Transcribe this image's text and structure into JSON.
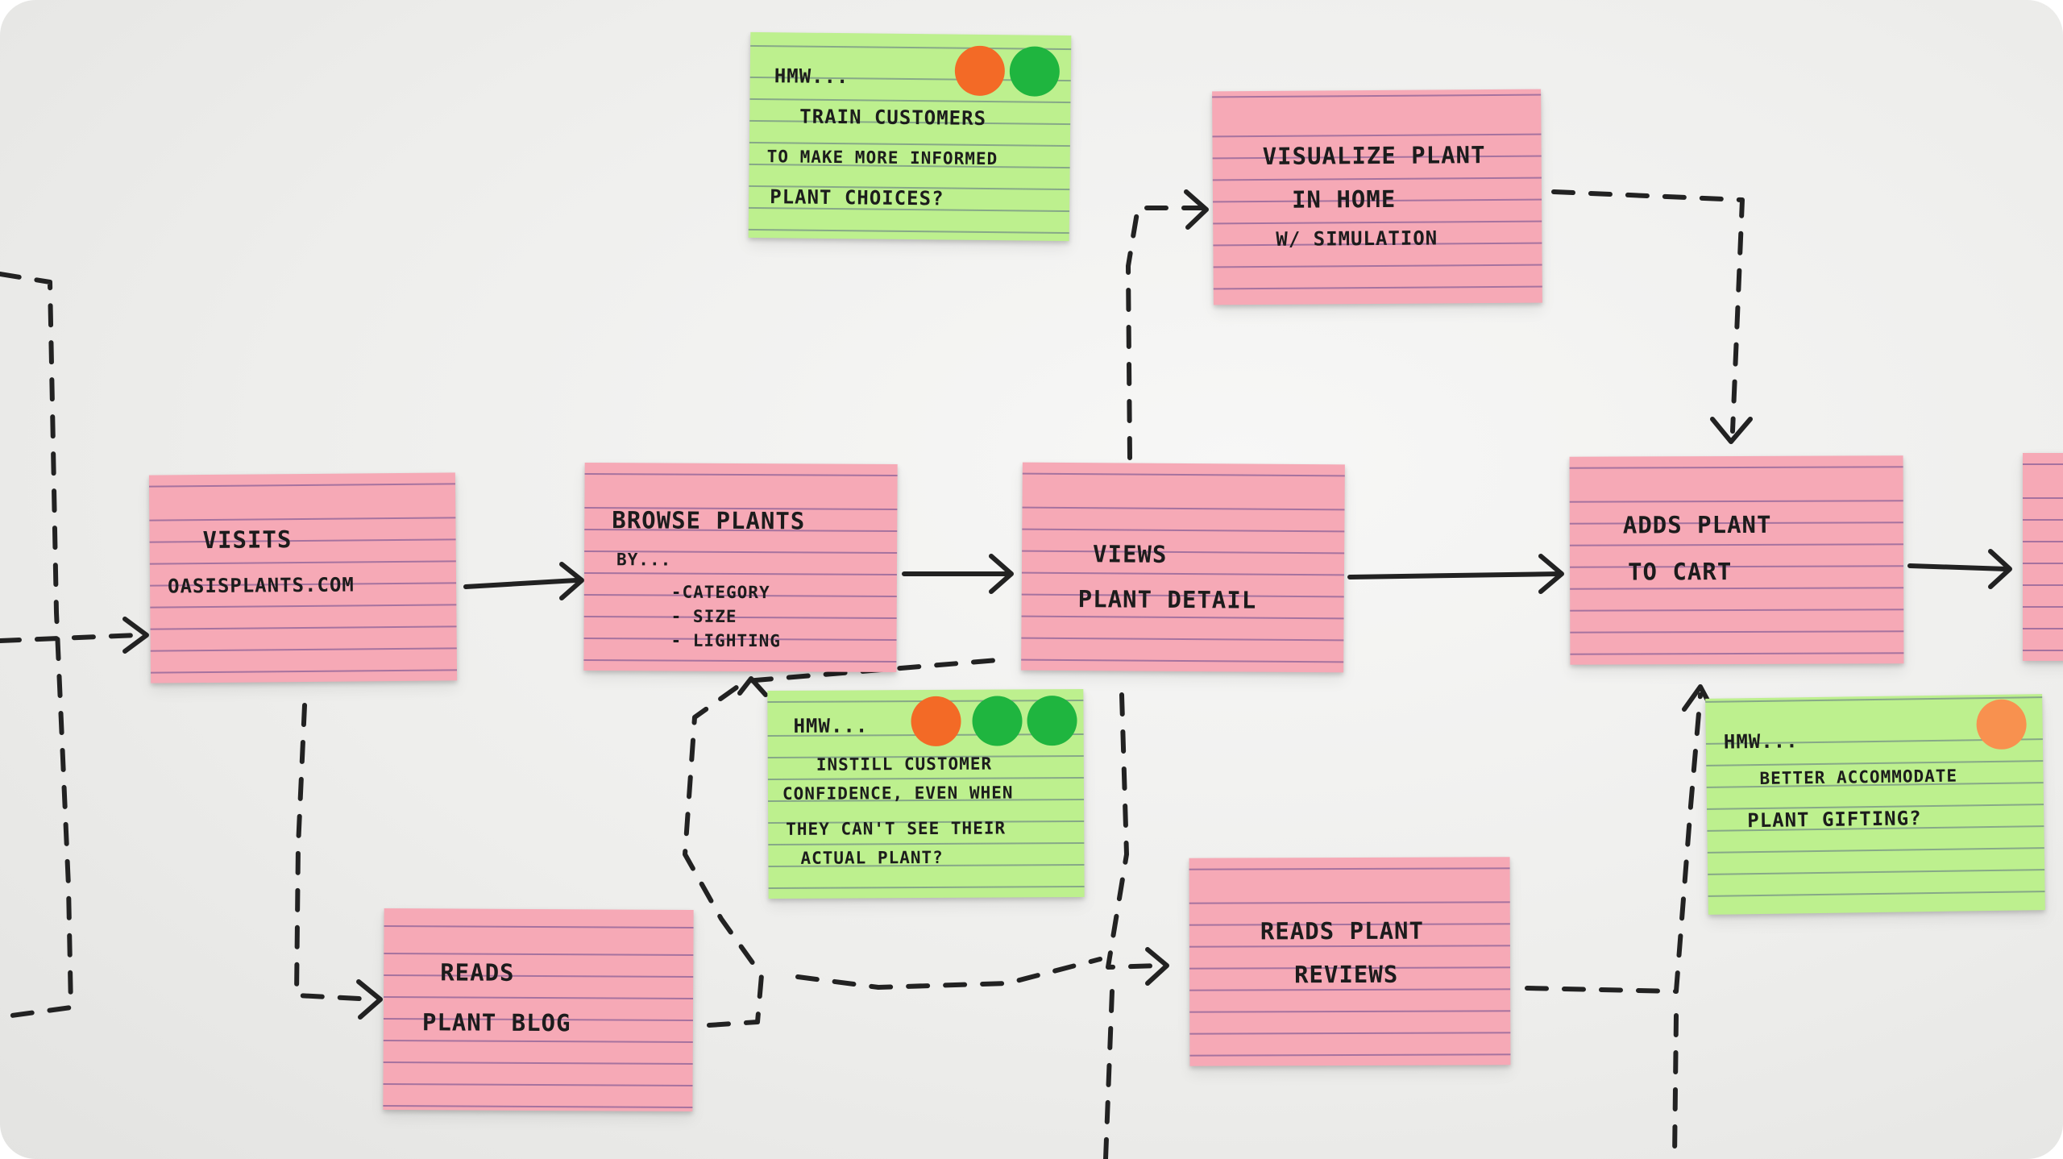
{
  "cards": {
    "visits": {
      "line1": "Visits",
      "line2": "OasisPlants.com"
    },
    "browse": {
      "line1": "Browse Plants",
      "line2": "By...",
      "items": [
        "-Category",
        "- Size",
        "- Lighting"
      ]
    },
    "views": {
      "line1": "Views",
      "line2": "Plant Detail"
    },
    "visualize": {
      "line1": "Visualize Plant",
      "line2": "In Home",
      "line3": "w/ Simulation"
    },
    "adds": {
      "line1": "Adds Plant",
      "line2": "To Cart"
    },
    "blog": {
      "line1": "Reads",
      "line2": "Plant Blog"
    },
    "reviews": {
      "line1": "Reads Plant",
      "line2": "Reviews"
    }
  },
  "hmw": {
    "train": {
      "prefix": "HMW...",
      "lines": [
        "Train Customers",
        "To Make More Informed",
        "Plant Choices?"
      ],
      "dots": [
        "#f36a26",
        "#1fb53f"
      ]
    },
    "confidence": {
      "prefix": "HMW...",
      "lines": [
        "Instill Customer",
        "Confidence, Even When",
        "They Can't See Their",
        "Actual Plant?"
      ],
      "dots": [
        "#f36a26",
        "#1fb53f",
        "#1fb53f"
      ]
    },
    "gifting": {
      "prefix": "HMW...",
      "lines": [
        "Better Accommodate",
        "Plant Gifting?"
      ],
      "dots": [
        "#f8914f"
      ]
    }
  },
  "colors": {
    "pink_note": "#f6a9b6",
    "green_note": "#bdf08e",
    "marker": "#222222",
    "orange_dot": "#f36a26",
    "green_dot": "#1fb53f"
  }
}
